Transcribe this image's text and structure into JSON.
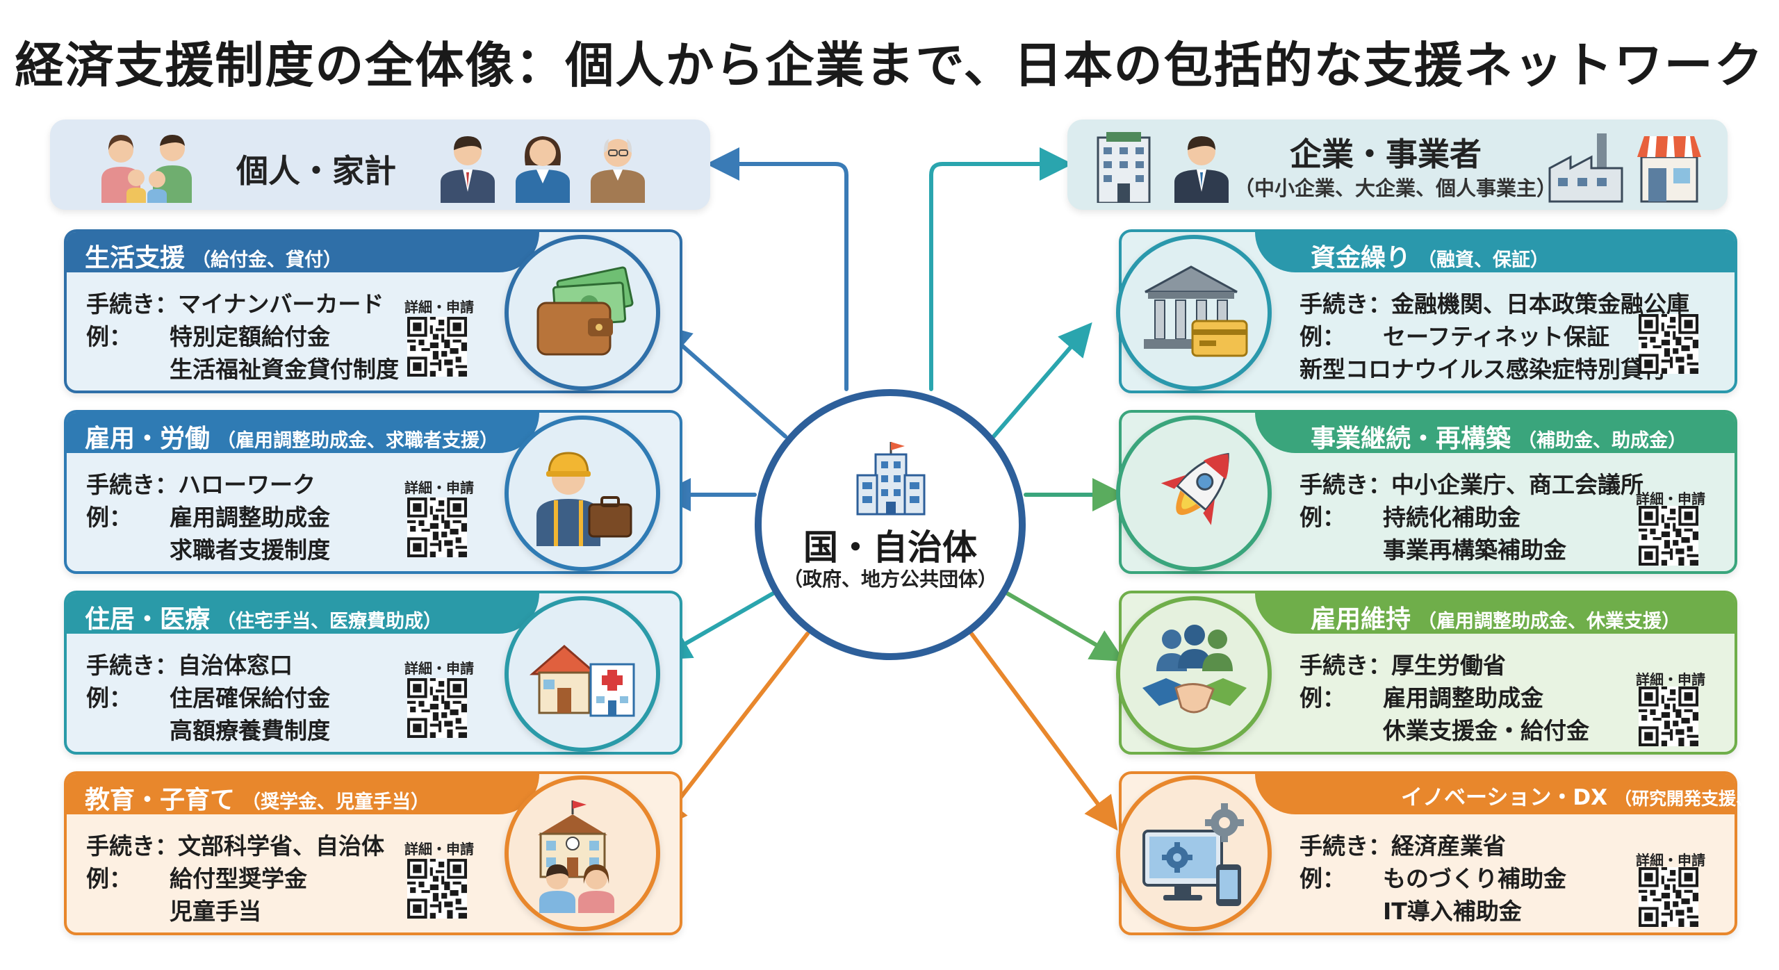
{
  "title": "経済支援制度の全体像：個人から企業まで、日本の包括的な支援ネットワーク",
  "center": {
    "title": "国・自治体",
    "subtitle": "（政府、地方公共団体）"
  },
  "individual_header": {
    "title": "個人・家計"
  },
  "business_header": {
    "title": "企業・事業者",
    "subtitle": "（中小企業、大企業、個人事業主）"
  },
  "qr_label": "詳細・申請",
  "labels": {
    "procedure": "手続き：",
    "example": "例："
  },
  "individual_cards": [
    {
      "title": "生活支援",
      "paren": "（給付金、貸付）",
      "procedure": "マイナンバーカード",
      "examples": [
        "特別定額給付金",
        "生活福祉資金貸付制度"
      ],
      "icon": "wallet-money-icon",
      "color": "#2f6fa8"
    },
    {
      "title": "雇用・労働",
      "paren": "（雇用調整助成金、求職者支援）",
      "procedure": "ハローワーク",
      "examples": [
        "雇用調整助成金",
        "求職者支援制度"
      ],
      "icon": "worker-briefcase-icon",
      "color": "#2f7bb4"
    },
    {
      "title": "住居・医療",
      "paren": "（住宅手当、医療費助成）",
      "procedure": "自治体窓口",
      "examples": [
        "住居確保給付金",
        "高額療養費制度"
      ],
      "icon": "house-hospital-icon",
      "color": "#2a9aa8"
    },
    {
      "title": "教育・子育て",
      "paren": "（奨学金、児童手当）",
      "procedure": "文部科学省、自治体",
      "examples": [
        "給付型奨学金",
        "児童手当"
      ],
      "icon": "school-children-icon",
      "color": "#e8872c"
    }
  ],
  "business_cards": [
    {
      "title": "資金繰り",
      "paren": "（融資、保証）",
      "procedure": "金融機関、日本政策金融公庫",
      "examples": [
        "セーフティネット保証",
        "新型コロナウイルス感染症特別貸付"
      ],
      "icon": "bank-card-icon",
      "color": "#2a98ac"
    },
    {
      "title": "事業継続・再構築",
      "paren": "（補助金、助成金）",
      "procedure": "中小企業庁、商工会議所",
      "examples": [
        "持続化補助金",
        "事業再構築補助金"
      ],
      "icon": "rocket-icon",
      "color": "#3aa57c"
    },
    {
      "title": "雇用維持",
      "paren": "（雇用調整助成金、休業支援）",
      "procedure": "厚生労働省",
      "examples": [
        "雇用調整助成金",
        "休業支援金・給付金"
      ],
      "icon": "handshake-people-icon",
      "color": "#6fae4a"
    },
    {
      "title": "イノベーション・DX",
      "paren": "（研究開発支援、IT導入補助）",
      "procedure": "経済産業省",
      "examples": [
        "ものづくり補助金",
        "IT導入補助金"
      ],
      "icon": "computer-gear-icon",
      "color": "#e8872c"
    }
  ],
  "colors": {
    "hub": "#2d5f9a",
    "blue_arrow": "#3a7bb6",
    "teal_arrow": "#2aa5ae",
    "green_arrow": "#5aac5e",
    "orange_arrow": "#e8872c"
  }
}
